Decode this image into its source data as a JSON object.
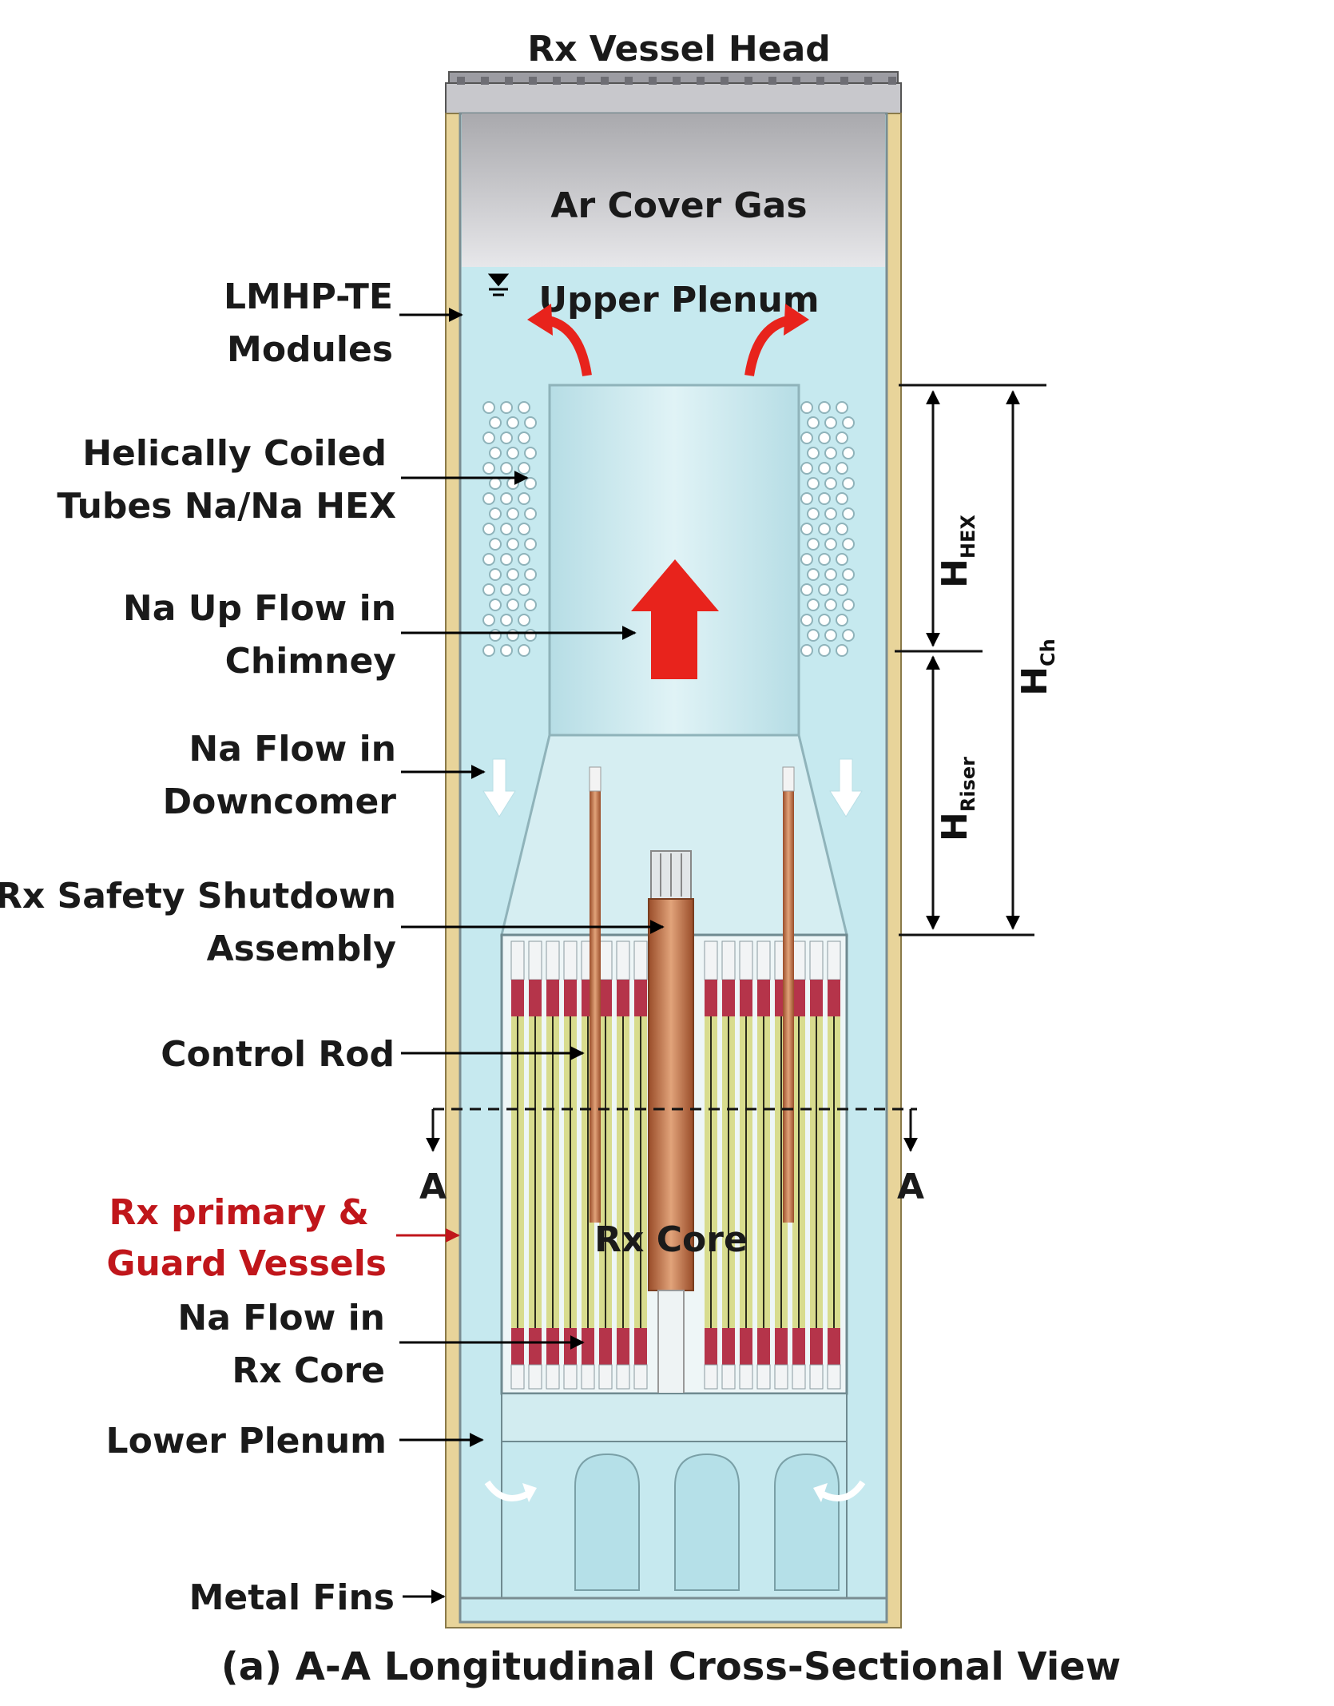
{
  "labels": {
    "vessel_head": "Rx Vessel Head",
    "cover_gas": "Ar Cover Gas",
    "upper_plenum": "Upper Plenum",
    "lmhp_1": "LMHP-TE",
    "lmhp_2": "Modules",
    "hex_1": "Helically Coiled",
    "hex_2": "Tubes Na/Na HEX",
    "chimney_1": "Na Up Flow in",
    "chimney_2": "Chimney",
    "downcomer_1": "Na Flow in",
    "downcomer_2": "Downcomer",
    "shutdown_1": "Rx Safety Shutdown",
    "shutdown_2": "Assembly",
    "control_rod": "Control Rod",
    "vessels_1": "Rx primary &",
    "vessels_2": "Guard Vessels",
    "core_flow_1": "Na Flow in",
    "core_flow_2": "Rx Core",
    "lower_plenum": "Lower Plenum",
    "metal_fins": "Metal Fins",
    "rx_core": "Rx Core",
    "section_left": "A",
    "section_right": "A"
  },
  "dimensions": {
    "h": "H",
    "hex_sub": "HEX",
    "riser_sub": "Riser",
    "ch_sub": "Ch"
  },
  "caption": "(a) A-A Longitudinal Cross-Sectional View",
  "colors": {
    "coolant": "#c6e9ef",
    "cover_gas": "#cfcfd3",
    "guard_vessel": "#e8d49a",
    "control_rod": "#c0673a",
    "fuel": "#d8dc8e",
    "fuel_band": "#b5344a",
    "flow_arrow": "#e8231c",
    "primary_vessel_label": "#c0161b"
  }
}
